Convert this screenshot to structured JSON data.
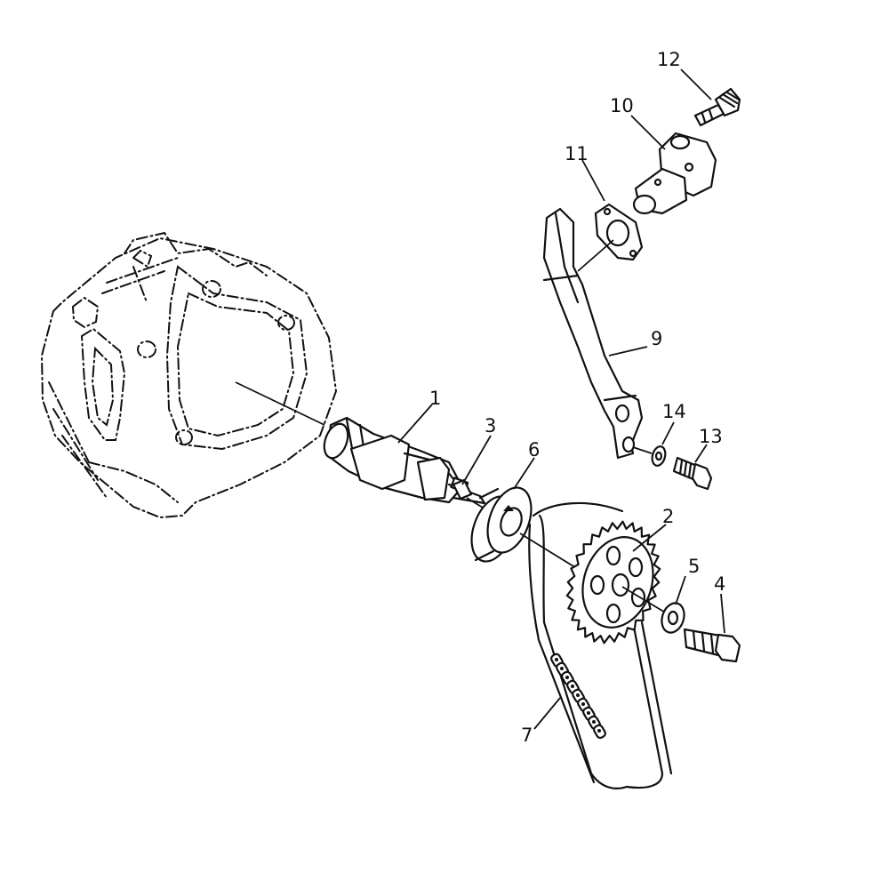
{
  "callouts": [
    {
      "id": "1",
      "text": "1"
    },
    {
      "id": "2",
      "text": "2"
    },
    {
      "id": "3",
      "text": "3"
    },
    {
      "id": "4",
      "text": "4"
    },
    {
      "id": "5",
      "text": "5"
    },
    {
      "id": "6",
      "text": "6"
    },
    {
      "id": "7",
      "text": "7"
    },
    {
      "id": "9",
      "text": "9"
    },
    {
      "id": "10",
      "text": "10"
    },
    {
      "id": "11",
      "text": "11"
    },
    {
      "id": "12",
      "text": "12"
    },
    {
      "id": "13",
      "text": "13"
    },
    {
      "id": "14",
      "text": "14"
    }
  ],
  "colors": {
    "ink": "#111111",
    "paper": "#ffffff"
  },
  "parts_shown": [
    "cylinder-head",
    "camshaft",
    "sprocket",
    "pin",
    "bolt",
    "washer",
    "bearing",
    "chain",
    "chain-guide",
    "tensioner",
    "gasket",
    "tensioner-bolt",
    "guide-bolt",
    "guide-washer"
  ]
}
